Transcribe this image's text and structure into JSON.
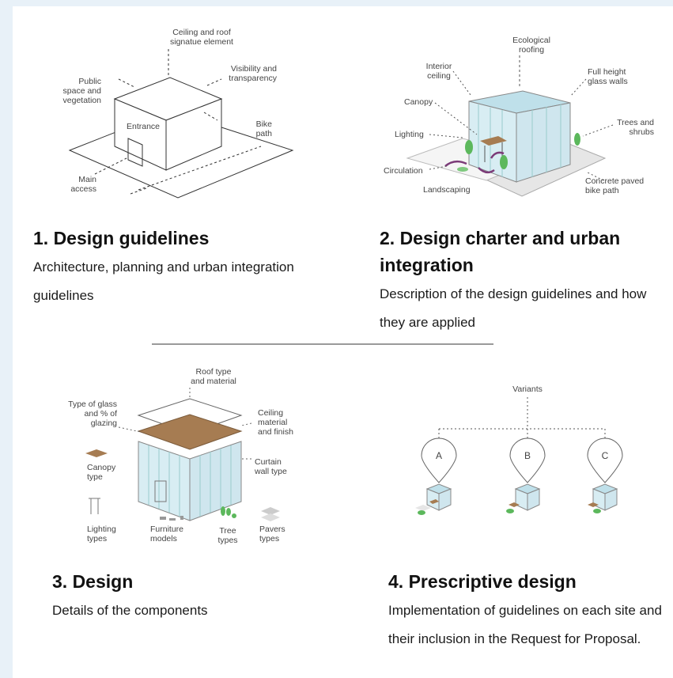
{
  "panels": [
    {
      "title": "1. Design guidelines",
      "description": "Architecture, planning and urban integration guidelines",
      "labels": {
        "ceiling": "Ceiling and roof signatue element",
        "public_space": "Public space and vegetation",
        "visibility": "Visibility and transparency",
        "entrance": "Entrance",
        "bike_path": "Bike path",
        "main_access": "Main access"
      }
    },
    {
      "title": "2. Design charter and urban integration",
      "description": "Description of the design guidelines and how they are applied",
      "labels": {
        "ecological_roofing": "Ecological roofing",
        "interior_ceiling": "Interior ceiling",
        "full_height": "Full height glass walls",
        "canopy": "Canopy",
        "trees_shrubs": "Trees and shrubs",
        "lighting": "Lighting",
        "circulation": "Circulation",
        "landscaping": "Landscaping",
        "concrete_path": "Concrete paved bike path"
      }
    },
    {
      "title": "3. Design",
      "description": "Details of the components",
      "labels": {
        "roof_type": "Roof type and material",
        "glass_type": "Type of glass and % of glazing",
        "ceiling_material": "Ceiling material and finish",
        "canopy_type": "Canopy type",
        "curtain_wall": "Curtain wall type",
        "lighting_types": "Lighting types",
        "furniture_models": "Furniture models",
        "tree_types": "Tree types",
        "pavers_types": "Pavers types"
      }
    },
    {
      "title": "4. Prescriptive design",
      "description": "Implementation of guidelines on each site and their inclusion in the Request for Proposal.",
      "labels": {
        "variants": "Variants",
        "variant_a": "A",
        "variant_b": "B",
        "variant_c": "C"
      }
    }
  ],
  "colors": {
    "background": "#e8f1f8",
    "glass": "#cfe6ee",
    "wood": "#a67c52",
    "green": "#5cb85c",
    "purple": "#7b3a78",
    "divider": "#9a9a9a"
  }
}
